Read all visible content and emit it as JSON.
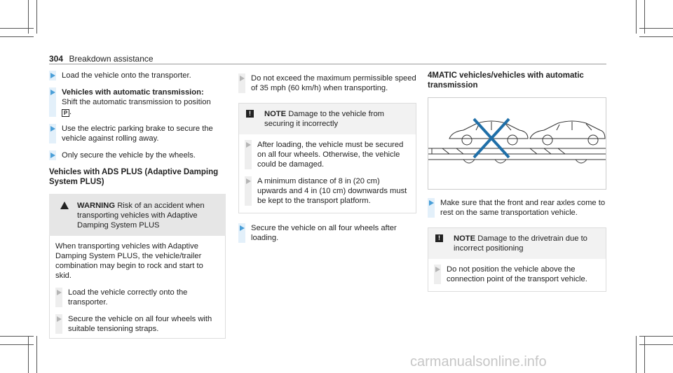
{
  "header": {
    "page_number": "304",
    "section": "Breakdown assistance"
  },
  "col1": {
    "step1": "Load the vehicle onto the transporter.",
    "step2_title": "Vehicles with automatic transmission:",
    "step2_text_a": "Shift the automatic transmission to position",
    "step2_key": "P",
    "step2_text_b": ".",
    "step3": "Use the electric parking brake to secure the vehicle against rolling away.",
    "step4": "Only secure the vehicle by the wheels.",
    "heading": "Vehicles with ADS PLUS (Adaptive Damping System PLUS)",
    "warning_label": "WARNING",
    "warning_text": "Risk of an accident when transporting vehicles with Adaptive Damping System PLUS",
    "warning_body": "When transporting vehicles with Adaptive Damping System PLUS, the vehicle/trailer combination may begin to rock and start to skid.",
    "warn_step1": "Load the vehicle correctly onto the transporter.",
    "warn_step2": "Secure the vehicle on all four wheels with suitable tensioning straps."
  },
  "col2": {
    "step1": "Do not exceed the maximum permissible speed of 35 mph (60 km/h) when transporting.",
    "note_label": "NOTE",
    "note_text": "Damage to the vehicle from securing it incorrectly",
    "note_step1": "After loading, the vehicle must be secured on all four wheels. Otherwise, the vehicle could be damaged.",
    "note_step2": "A minimum distance of 8 in (20 cm) upwards and 4 in (10 cm) downwards must be kept to the transport platform.",
    "step2": "Secure the vehicle on all four wheels after loading."
  },
  "col3": {
    "heading": "4MATIC vehicles/vehicles with automatic transmission",
    "step1": "Make sure that the front and rear axles come to rest on the same transportation vehicle.",
    "note_label": "NOTE",
    "note_text": "Damage to the drivetrain due to incorrect positioning",
    "note_step1": "Do not position the vehicle above the connection point of the transport vehicle."
  },
  "colors": {
    "accent": "#4a9fd8",
    "cross": "#1f6fa8"
  },
  "watermark": "carmanualsonline.info"
}
